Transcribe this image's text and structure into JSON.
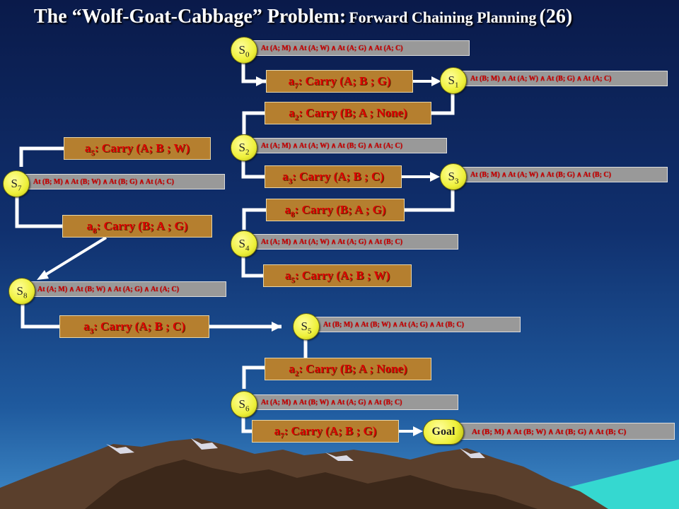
{
  "title": {
    "main": "The “Wolf-Goat-Cabbage” Problem:",
    "sub": "Forward Chaining Planning",
    "number": "(26)"
  },
  "states": [
    {
      "id": "s0",
      "label": "S",
      "sub": "0",
      "facts": "At (A; M) ∧ At (A; W) ∧ At (A; G) ∧ At (A; C)"
    },
    {
      "id": "s1",
      "label": "S",
      "sub": "1",
      "facts": "At (B; M) ∧ At (A; W) ∧ At (B; G) ∧ At (A; C)"
    },
    {
      "id": "s2",
      "label": "S",
      "sub": "2",
      "facts": "At (A; M) ∧ At (A; W) ∧ At (B; G) ∧ At (A; C)"
    },
    {
      "id": "s3",
      "label": "S",
      "sub": "3",
      "facts": "At (B; M) ∧ At (A; W) ∧ At (B; G) ∧ At (B; C)"
    },
    {
      "id": "s4",
      "label": "S",
      "sub": "4",
      "facts": "At (A; M) ∧ At (A; W) ∧ At (A; G) ∧ At (B; C)"
    },
    {
      "id": "s5",
      "label": "S",
      "sub": "5",
      "facts": "At (B; M) ∧ At (B; W) ∧ At (A; G) ∧ At (B; C)"
    },
    {
      "id": "s6",
      "label": "S",
      "sub": "6",
      "facts": "At (A; M) ∧ At (B; W) ∧ At (A; G) ∧ At (B; C)"
    },
    {
      "id": "s7",
      "label": "S",
      "sub": "7",
      "facts": "At (B; M) ∧ At (B; W) ∧ At (B; G) ∧ At (A; C)"
    },
    {
      "id": "s8",
      "label": "S",
      "sub": "8",
      "facts": "At (A; M) ∧ At (B; W) ∧ At (A; G) ∧ At (A; C)"
    },
    {
      "id": "goal",
      "label": "Goal",
      "sub": "",
      "facts": "At (B; M) ∧ At (B; W) ∧ At (B; G) ∧ At (B; C)"
    }
  ],
  "actions": [
    {
      "id": "a1",
      "name": "a",
      "sub": "7",
      "text": ": Carry (A; B ; G)"
    },
    {
      "id": "a2",
      "name": "a",
      "sub": "2",
      "text": ": Carry (B; A ; None)"
    },
    {
      "id": "a3",
      "name": "a",
      "sub": "5",
      "text": ": Carry (A; B ; W)"
    },
    {
      "id": "a4",
      "name": "a",
      "sub": "3",
      "text": ": Carry (A; B ; C)"
    },
    {
      "id": "a5",
      "name": "a",
      "sub": "8",
      "text": ": Carry (B; A ; G)"
    },
    {
      "id": "a6",
      "name": "a",
      "sub": "8",
      "text": ": Carry (B; A ; G)"
    },
    {
      "id": "a7",
      "name": "a",
      "sub": "5",
      "text": ": Carry (A; B ; W)"
    },
    {
      "id": "a8",
      "name": "a",
      "sub": "3",
      "text": ": Carry (A; B ; C)"
    },
    {
      "id": "a9",
      "name": "a",
      "sub": "2",
      "text": ": Carry (B; A ; None)"
    },
    {
      "id": "a10",
      "name": "a",
      "sub": "7",
      "text": ": Carry (A; B ; G)"
    }
  ],
  "colors": {
    "state_circle": "#eef03a",
    "state_box": "#999999",
    "action_box": "#b57f2f",
    "text_red": "#cc0000",
    "connector": "#ffffff"
  }
}
